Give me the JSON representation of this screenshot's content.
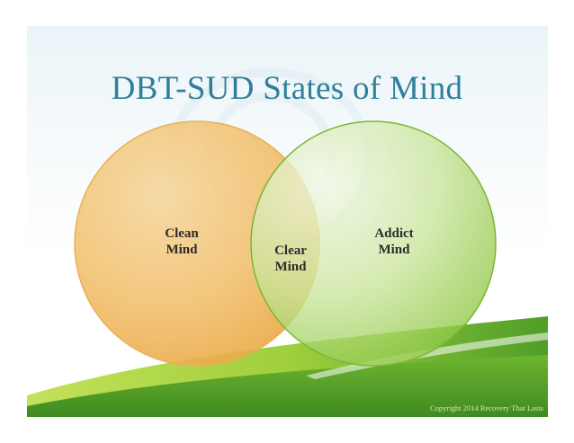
{
  "slide": {
    "title": "DBT-SUD States of Mind",
    "copyright": "Copyright 2014 Recovery That Lasts"
  },
  "venn": {
    "left": {
      "label": "Clean\nMind",
      "color": "#f0b35a"
    },
    "overlap": {
      "label": "Clear\nMind"
    },
    "right": {
      "label": "Addict\nMind",
      "color": "#8dc63f"
    }
  },
  "colors": {
    "title": "#2f7f9b",
    "ground_light": "#b8dc4a",
    "ground_dark": "#5aa52a"
  }
}
